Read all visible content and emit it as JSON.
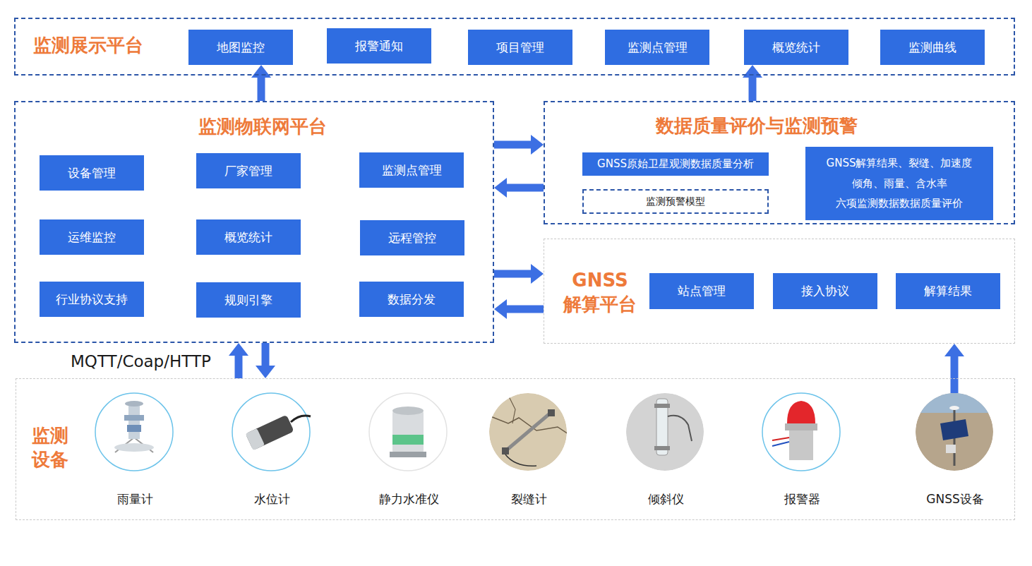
{
  "diagram": {
    "nodes": [
      {
        "text": [
          "监测展示平台"
        ]
      },
      {
        "text": [
          "地图监控"
        ],
        "in": 0
      },
      {
        "text": [
          "报警通知"
        ],
        "in": 0
      },
      {
        "text": [
          "项目管理"
        ],
        "in": 0
      },
      {
        "text": [
          "监测点管理"
        ],
        "in": 0
      },
      {
        "text": [
          "概览统计"
        ],
        "in": 0
      },
      {
        "text": [
          "监测曲线"
        ],
        "in": 0
      },
      {
        "text": [
          "监测物联网平台"
        ]
      },
      {
        "text": [
          "设备管理"
        ],
        "in": 7
      },
      {
        "text": [
          "厂家管理"
        ],
        "in": 7
      },
      {
        "text": [
          "监测点管理"
        ],
        "in": 7
      },
      {
        "text": [
          "运维监控"
        ],
        "in": 7
      },
      {
        "text": [
          "概览统计"
        ],
        "in": 7
      },
      {
        "text": [
          "远程管控"
        ],
        "in": 7
      },
      {
        "text": [
          "行业协议支持"
        ],
        "in": 7
      },
      {
        "text": [
          "规则引擎"
        ],
        "in": 7
      },
      {
        "text": [
          "数据分发"
        ],
        "in": 7
      },
      {
        "text": [
          "数据质量评价与监测预警"
        ]
      },
      {
        "text": [
          "GNSS原始卫星观测数据质量分析"
        ],
        "in": 17
      },
      {
        "text": [
          "GNSS解算结果、裂缝、加速度 倾角、雨量、含水率 六项监测数据数据质量评价"
        ],
        "in": 17
      },
      {
        "text": [
          "监测预警模型"
        ],
        "in": 17
      },
      {
        "text": [
          "GNSS 解算平台"
        ]
      },
      {
        "text": [
          "站点管理"
        ],
        "in": 21
      },
      {
        "text": [
          "接入协议"
        ],
        "in": 21
      },
      {
        "text": [
          "解算结果"
        ],
        "in": 21
      },
      {
        "text": [
          "监测设备"
        ]
      },
      {
        "text": [
          "雨量计"
        ],
        "in": 25
      },
      {
        "text": [
          "水位计"
        ],
        "in": 25
      },
      {
        "text": [
          "静力水准仪"
        ],
        "in": 25
      },
      {
        "text": [
          "裂缝计"
        ],
        "in": 25
      },
      {
        "text": [
          "倾斜仪"
        ],
        "in": 25
      },
      {
        "text": [
          "报警器"
        ],
        "in": 25
      },
      {
        "text": [
          "GNSS设备"
        ],
        "in": 25
      }
    ],
    "edges": [
      {
        "from": 7,
        "to": 1,
        "arrow": "to"
      },
      {
        "from": 17,
        "to": 5,
        "arrow": "to"
      },
      {
        "from": 7,
        "to": 17,
        "arrow": "to"
      },
      {
        "from": 17,
        "to": 7,
        "arrow": "to"
      },
      {
        "from": 7,
        "to": 21,
        "arrow": "to"
      },
      {
        "from": 21,
        "to": 7,
        "arrow": "to"
      },
      {
        "from": 25,
        "to": 7,
        "arrow": "to",
        "label": "MQTT/Coap/HTTP"
      },
      {
        "from": 7,
        "to": 25,
        "arrow": "to"
      },
      {
        "from": 32,
        "to": 21,
        "arrow": "to"
      }
    ]
  }
}
